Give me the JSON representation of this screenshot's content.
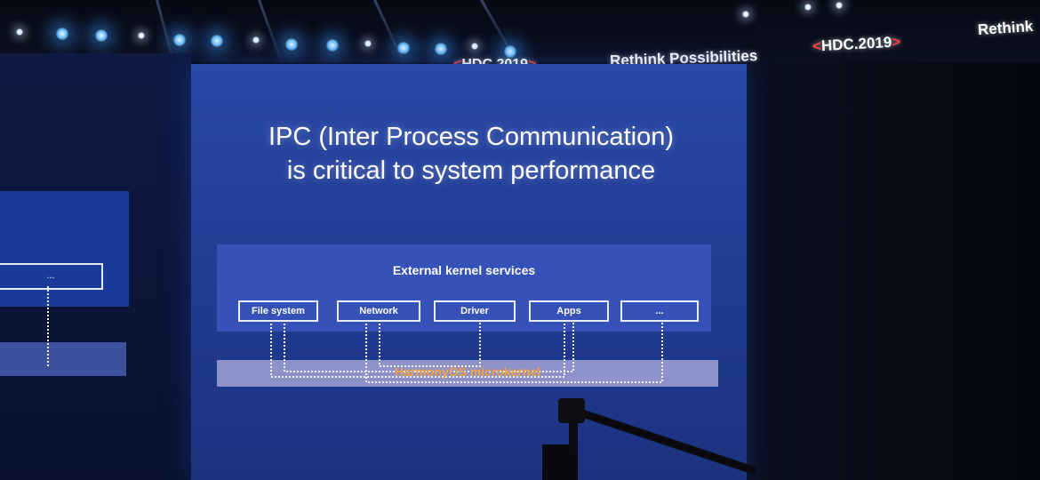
{
  "banners": {
    "hdc_center": {
      "bracket_left": "<",
      "text": "HDC.2019",
      "bracket_right": ">"
    },
    "rethink_center": "Rethink Possibilities",
    "hdc_right": {
      "bracket_left": "<",
      "text": "HDC.2019",
      "bracket_right": ">"
    },
    "rethink_right": "Rethink"
  },
  "slide": {
    "title_line1": "IPC (Inter Process Communication)",
    "title_line2": "is critical to system performance",
    "services_label": "External kernel services",
    "services": [
      "File system",
      "Network",
      "Driver",
      "Apps",
      "..."
    ],
    "kernel_label": "HarmonyOS microkernel"
  },
  "left_screen": {
    "box_label": "..."
  },
  "colors": {
    "slide_bg": "#2a4aa8",
    "services_panel": "#3652b8",
    "kernel_bar": "#8d93c8",
    "kernel_text": "#f2a13c",
    "banner_bracket": "#ff3b3b"
  }
}
